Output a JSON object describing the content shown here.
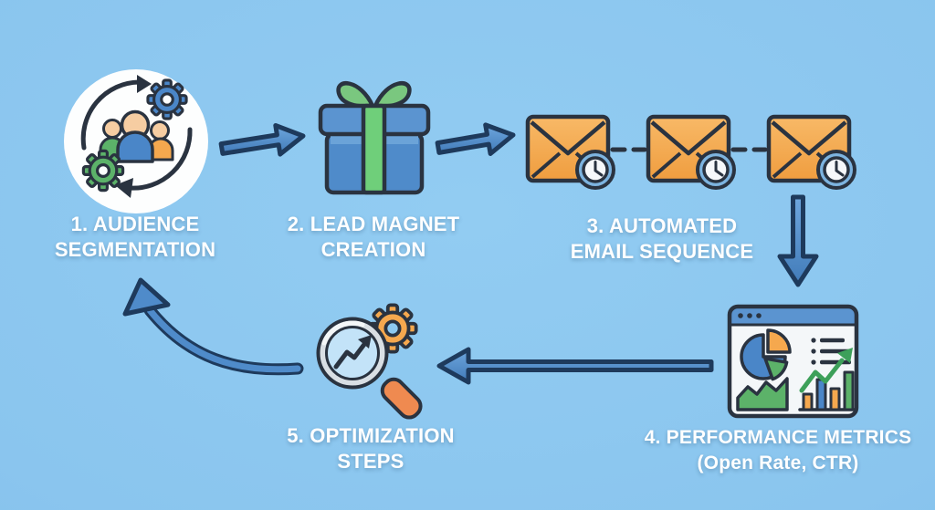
{
  "diagram": {
    "type": "flowchart",
    "background_color": "#8ac5ee",
    "text_color": "#ffffff",
    "arrow_fill": "#4a86c8",
    "arrow_outline": "#1e3a5c",
    "icon_outline": "#2a3340"
  },
  "palette": {
    "blue": "#4a86c8",
    "light_blue": "#7db4e0",
    "green": "#5cb269",
    "bright_green": "#6fcf7a",
    "orange": "#f5a84e",
    "handle_orange": "#ef8a50",
    "white": "#ffffff"
  },
  "steps": [
    {
      "id": "step-1",
      "line1": "1. AUDIENCE",
      "line2": "SEGMENTATION",
      "icon": "audience-segmentation-icon"
    },
    {
      "id": "step-2",
      "line1": "2. LEAD MAGNET",
      "line2": "CREATION",
      "icon": "gift-box-icon"
    },
    {
      "id": "step-3",
      "line1": "3. AUTOMATED",
      "line2": "EMAIL SEQUENCE",
      "icon": "email-clock-sequence-icon",
      "email_count": 3
    },
    {
      "id": "step-4",
      "line1": "4. PERFORMANCE METRICS",
      "line2": "(Open Rate, CTR)",
      "icon": "analytics-dashboard-icon"
    },
    {
      "id": "step-5",
      "line1": "5. OPTIMIZATION",
      "line2": "STEPS",
      "icon": "magnifier-gear-icon"
    }
  ],
  "flow": [
    {
      "from": "step-1",
      "to": "step-2",
      "shape": "straight-right"
    },
    {
      "from": "step-2",
      "to": "step-3",
      "shape": "straight-right"
    },
    {
      "from": "step-3",
      "to": "step-4",
      "shape": "straight-down"
    },
    {
      "from": "step-4",
      "to": "step-5",
      "shape": "straight-left"
    },
    {
      "from": "step-5",
      "to": "step-1",
      "shape": "curved-up-left"
    }
  ]
}
